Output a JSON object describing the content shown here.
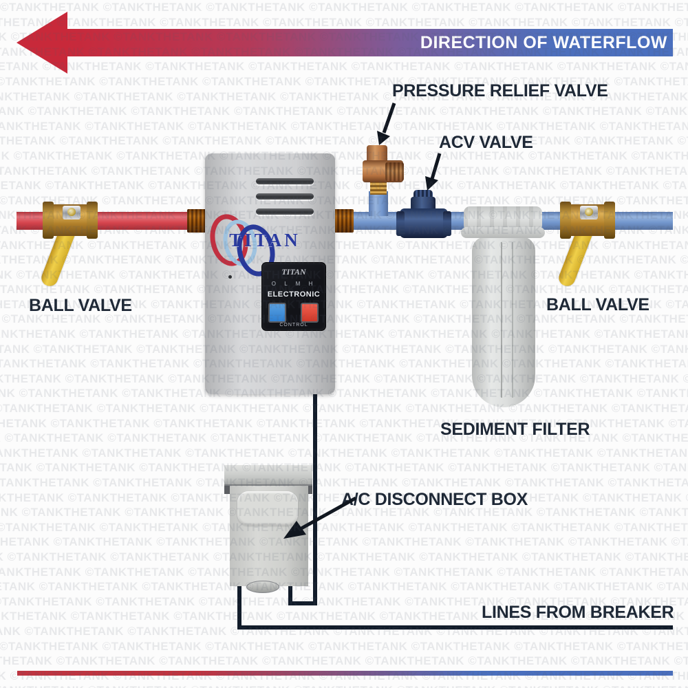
{
  "watermark": {
    "text": "©TANKTHETANK"
  },
  "flow_arrow": {
    "label": "DIRECTION OF WATERFLOW",
    "direction": "left",
    "start_color": "#c8293a",
    "end_color": "#4a6fbe"
  },
  "labels": {
    "pressure_relief_valve": "PRESSURE RELIEF VALVE",
    "acv_valve": "ACV VALVE",
    "ball_valve_left": "BALL VALVE",
    "ball_valve_right": "BALL VALVE",
    "sediment_filter": "SEDIMENT FILTER",
    "ac_disconnect_box": "A/C DISCONNECT BOX",
    "lines_from_breaker": "LINES FROM BREAKER"
  },
  "heater": {
    "brand": "TITAN",
    "panel": {
      "brand": "TITAN",
      "scale": "O L M H",
      "type": "ELECTRONIC",
      "control": "CONTROL"
    }
  },
  "colors": {
    "hot_pipe": "#d6454e",
    "cold_pipe": "#7296cd",
    "brass": "#c08a2e",
    "valve_handle_yellow": "#e9c53d",
    "acv_navy": "#2e4068",
    "wire": "#121c2a",
    "label_text": "#1d2735"
  }
}
